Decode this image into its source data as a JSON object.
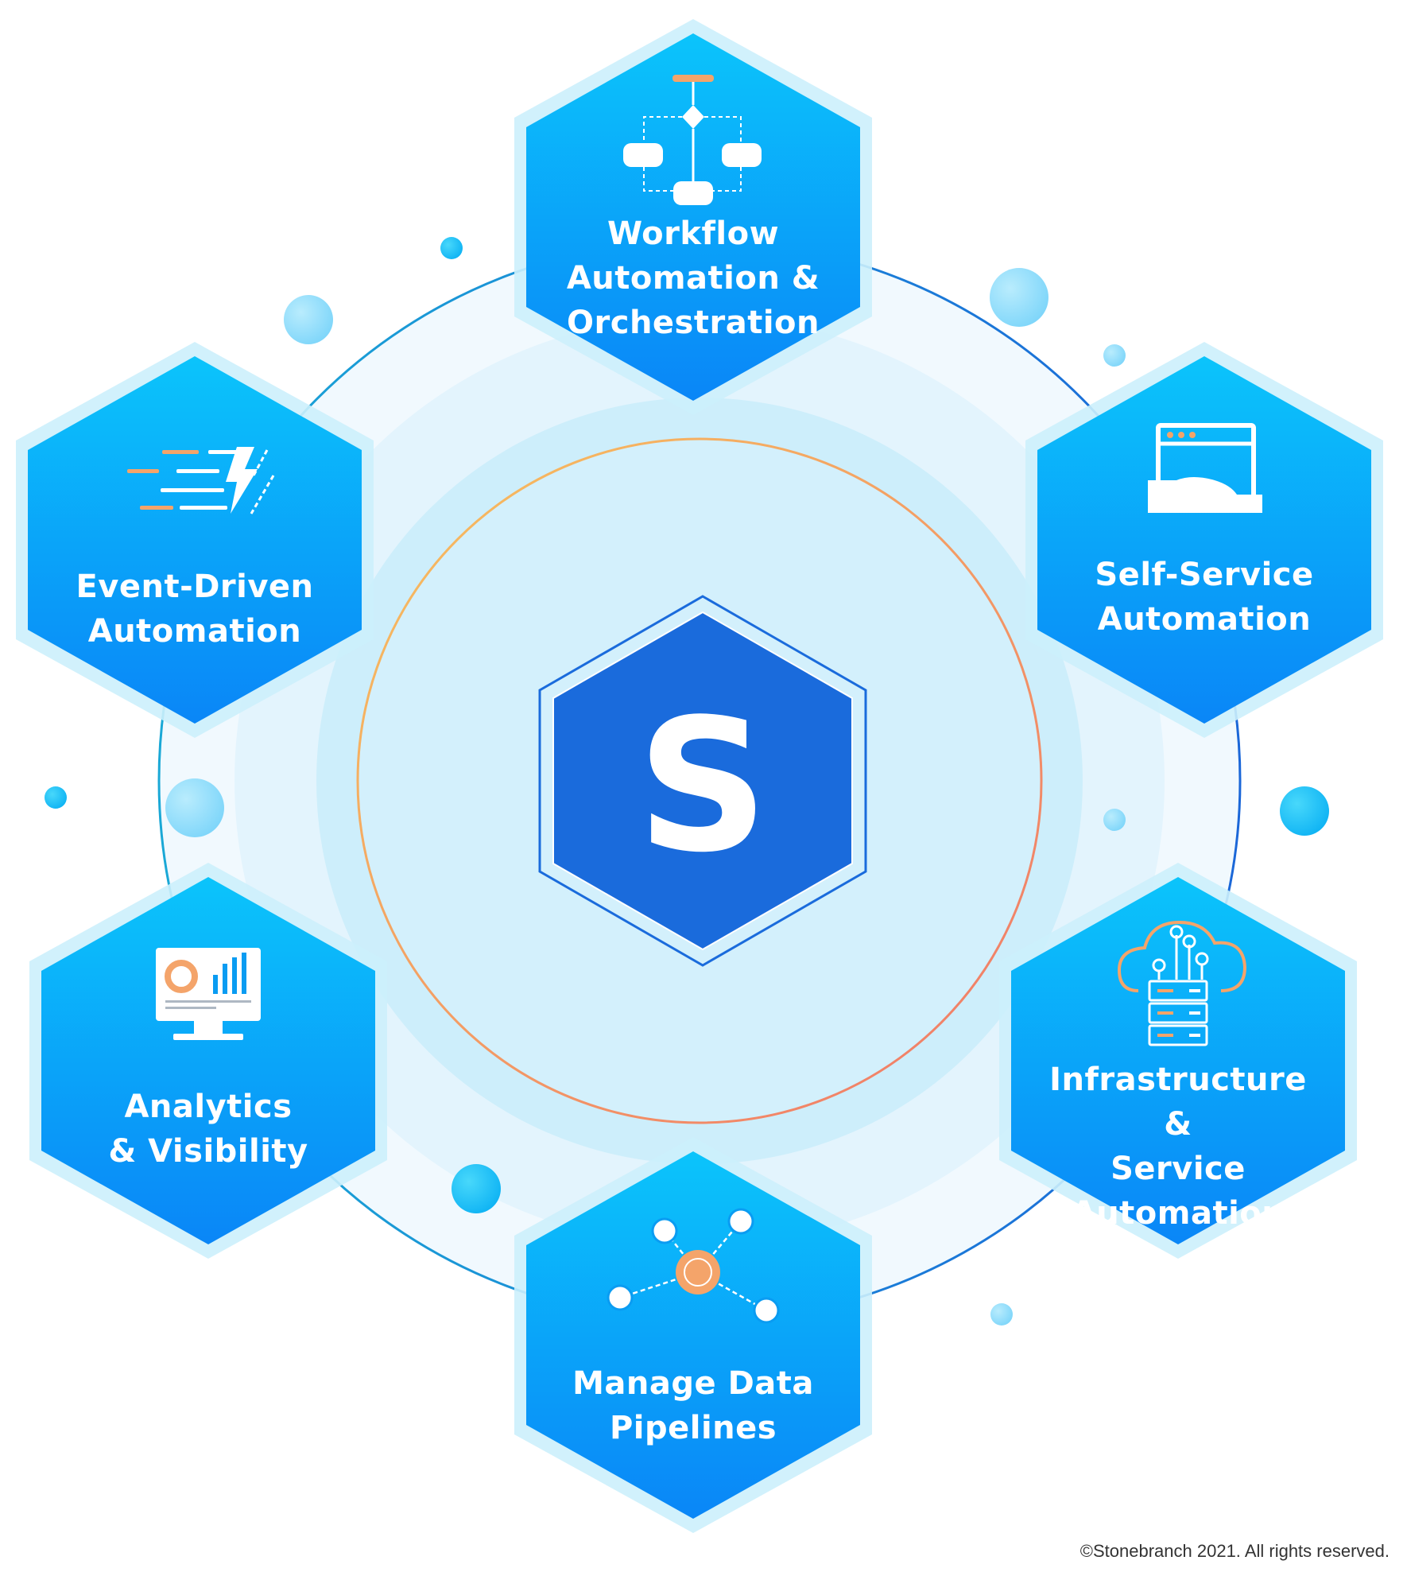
{
  "colors": {
    "hex_top": "#0bc4fb",
    "hex_bottom": "#0a86f7",
    "center_hex": "#1a6bdc",
    "ring": "#1d8fd8",
    "accent_orange": "#f4a46a"
  },
  "center": {
    "letter": "S"
  },
  "nodes": [
    {
      "id": "workflow",
      "icon": "workflow-diagram-icon",
      "lines": [
        "Workflow",
        "Automation &",
        "Orchestration"
      ]
    },
    {
      "id": "self-service",
      "icon": "browser-hand-icon",
      "lines": [
        "Self-Service",
        "Automation"
      ]
    },
    {
      "id": "infrastructure",
      "icon": "cloud-server-icon",
      "lines": [
        "Infrastructure &",
        "Service",
        "Automation"
      ]
    },
    {
      "id": "pipelines",
      "icon": "data-nodes-icon",
      "lines": [
        "Manage Data",
        "Pipelines"
      ]
    },
    {
      "id": "analytics",
      "icon": "monitor-chart-icon",
      "lines": [
        "Analytics",
        "& Visibility"
      ]
    },
    {
      "id": "event-driven",
      "icon": "lightning-speed-icon",
      "lines": [
        "Event-Driven",
        "Automation"
      ]
    }
  ],
  "footer": {
    "copyright": "©Stonebranch 2021. All rights reserved."
  }
}
